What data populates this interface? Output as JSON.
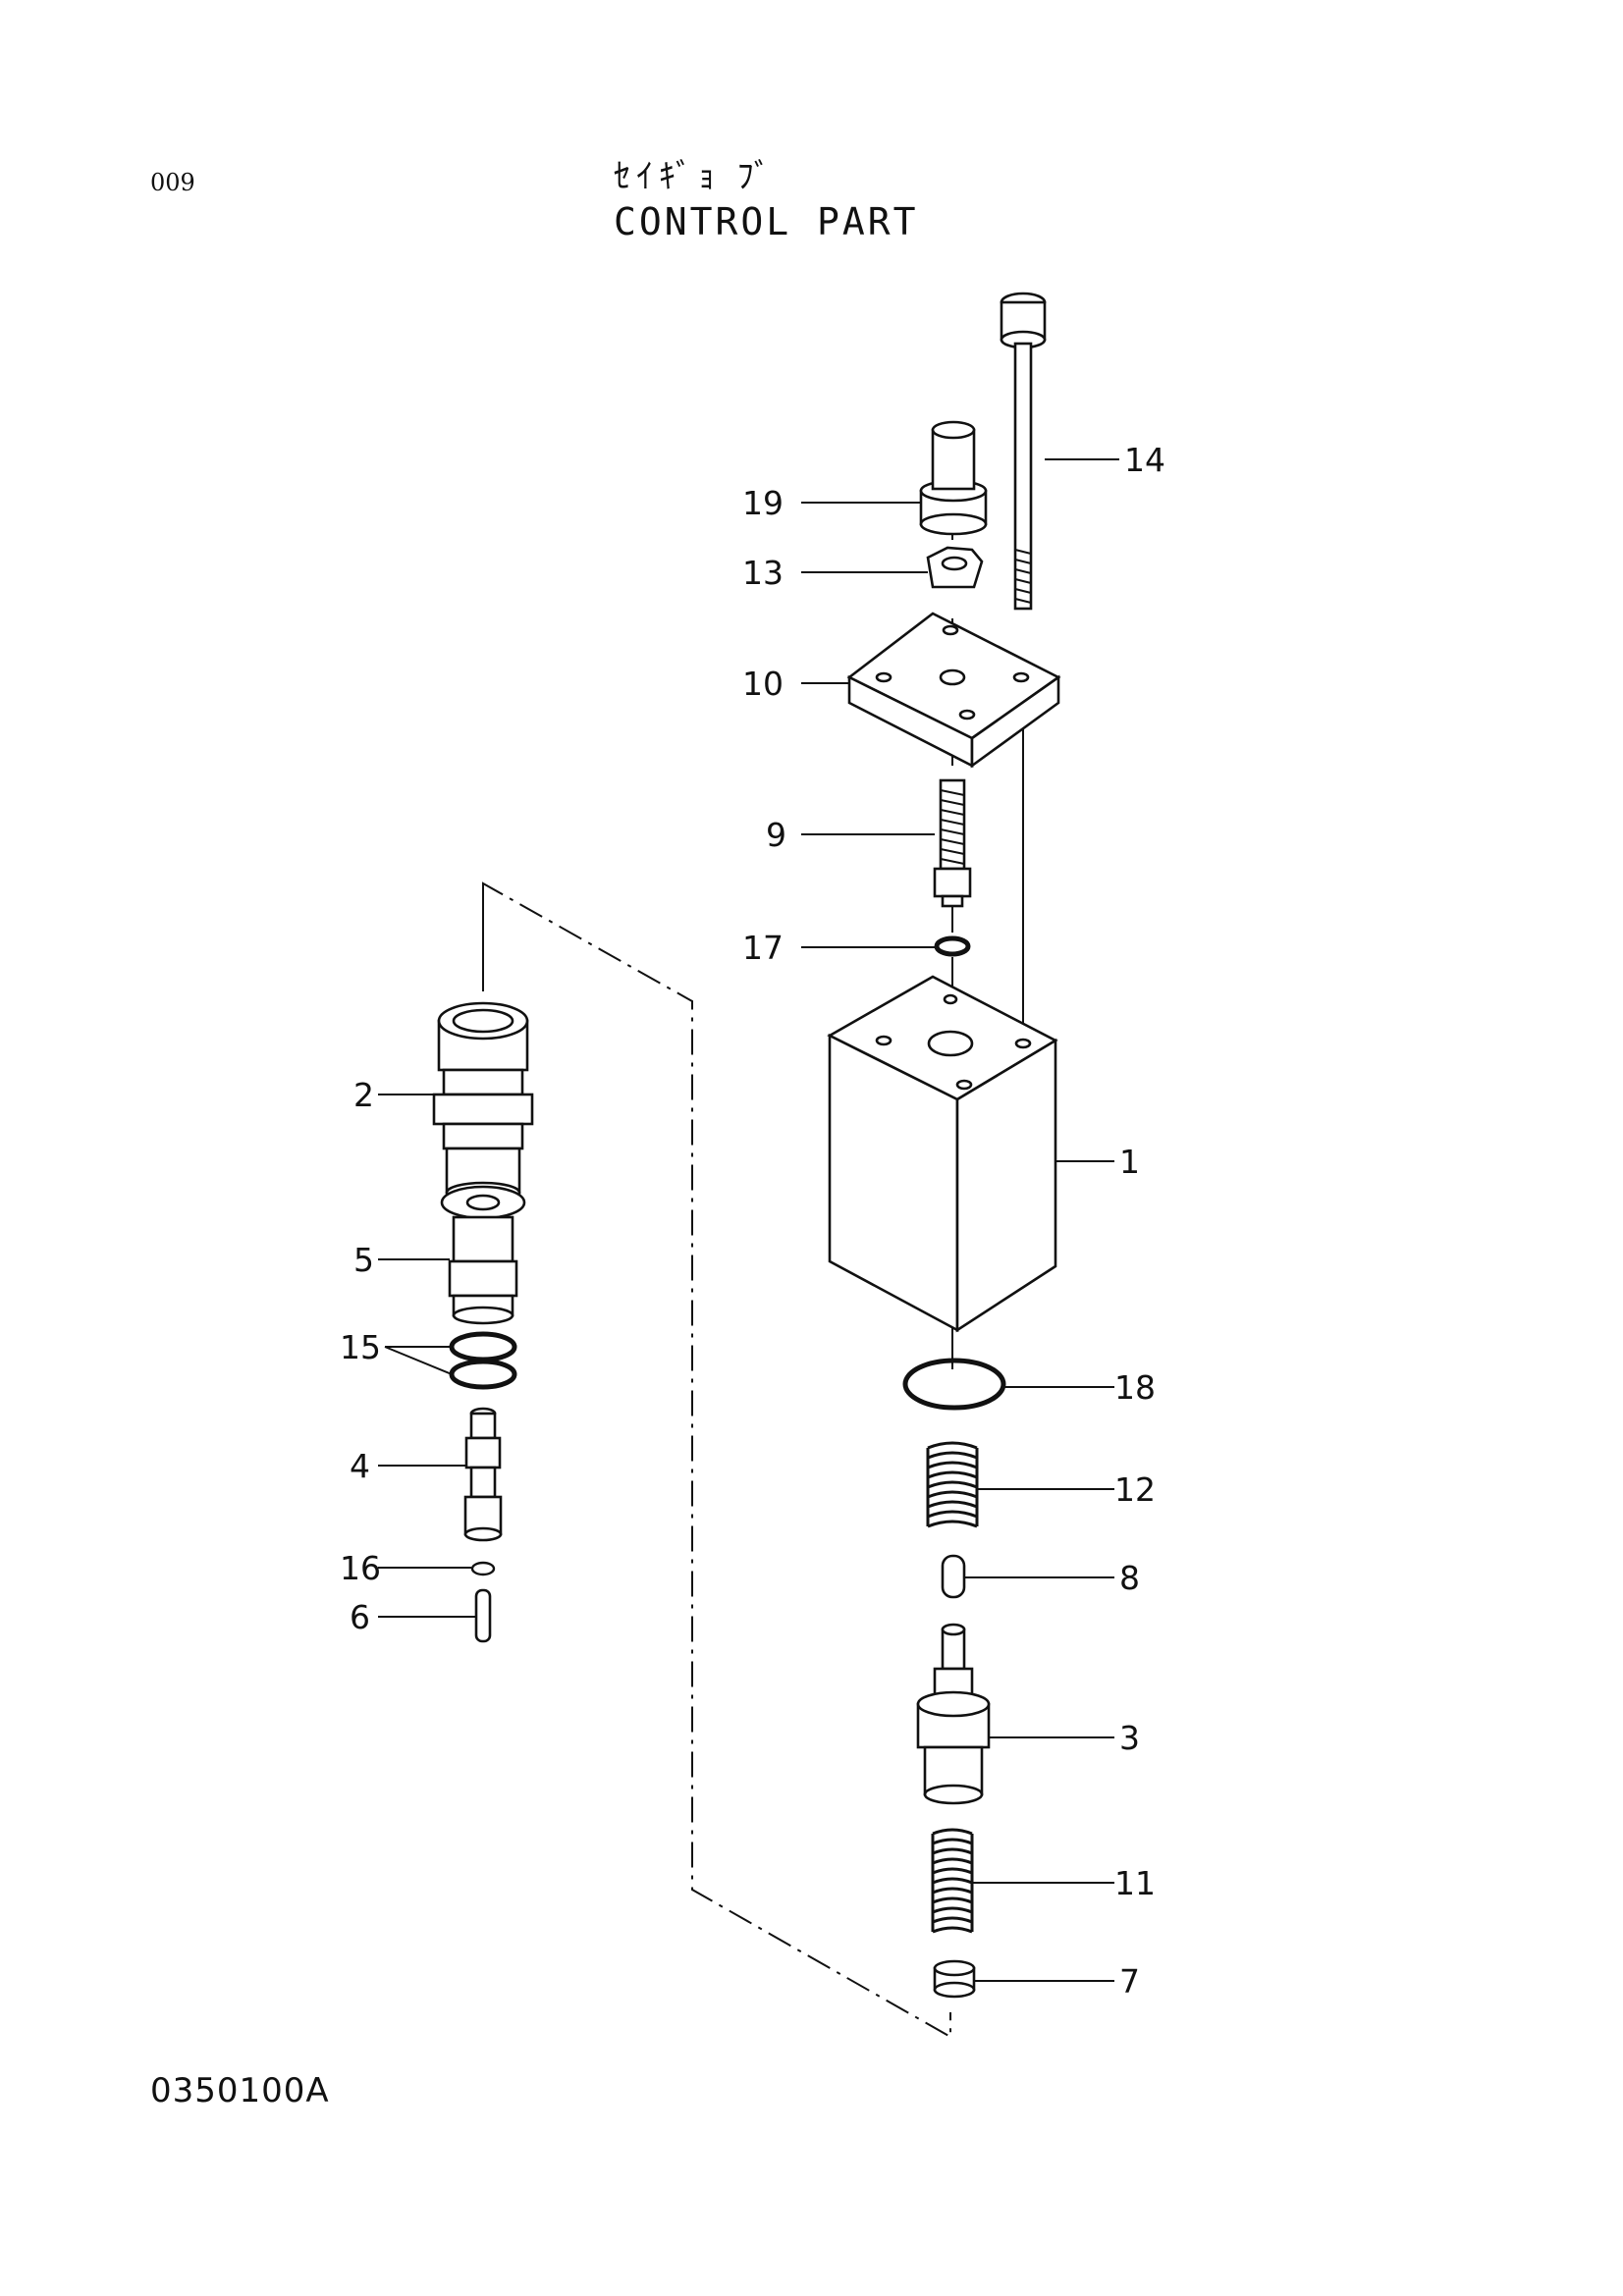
{
  "header": {
    "page_number": "009",
    "title_jp": "ｾｲｷﾞｮ ﾌﾞ",
    "title_en": "CONTROL PART"
  },
  "footer": {
    "drawing_code": "0350100A"
  },
  "callouts": [
    {
      "id": "1",
      "label": "1"
    },
    {
      "id": "2",
      "label": "2"
    },
    {
      "id": "3",
      "label": "3"
    },
    {
      "id": "4",
      "label": "4"
    },
    {
      "id": "5",
      "label": "5"
    },
    {
      "id": "6",
      "label": "6"
    },
    {
      "id": "7",
      "label": "7"
    },
    {
      "id": "8",
      "label": "8"
    },
    {
      "id": "9",
      "label": "9"
    },
    {
      "id": "10",
      "label": "10"
    },
    {
      "id": "11",
      "label": "11"
    },
    {
      "id": "12",
      "label": "12"
    },
    {
      "id": "13",
      "label": "13"
    },
    {
      "id": "14",
      "label": "14"
    },
    {
      "id": "15",
      "label": "15"
    },
    {
      "id": "16",
      "label": "16"
    },
    {
      "id": "17",
      "label": "17"
    },
    {
      "id": "18",
      "label": "18"
    },
    {
      "id": "19",
      "label": "19"
    }
  ]
}
